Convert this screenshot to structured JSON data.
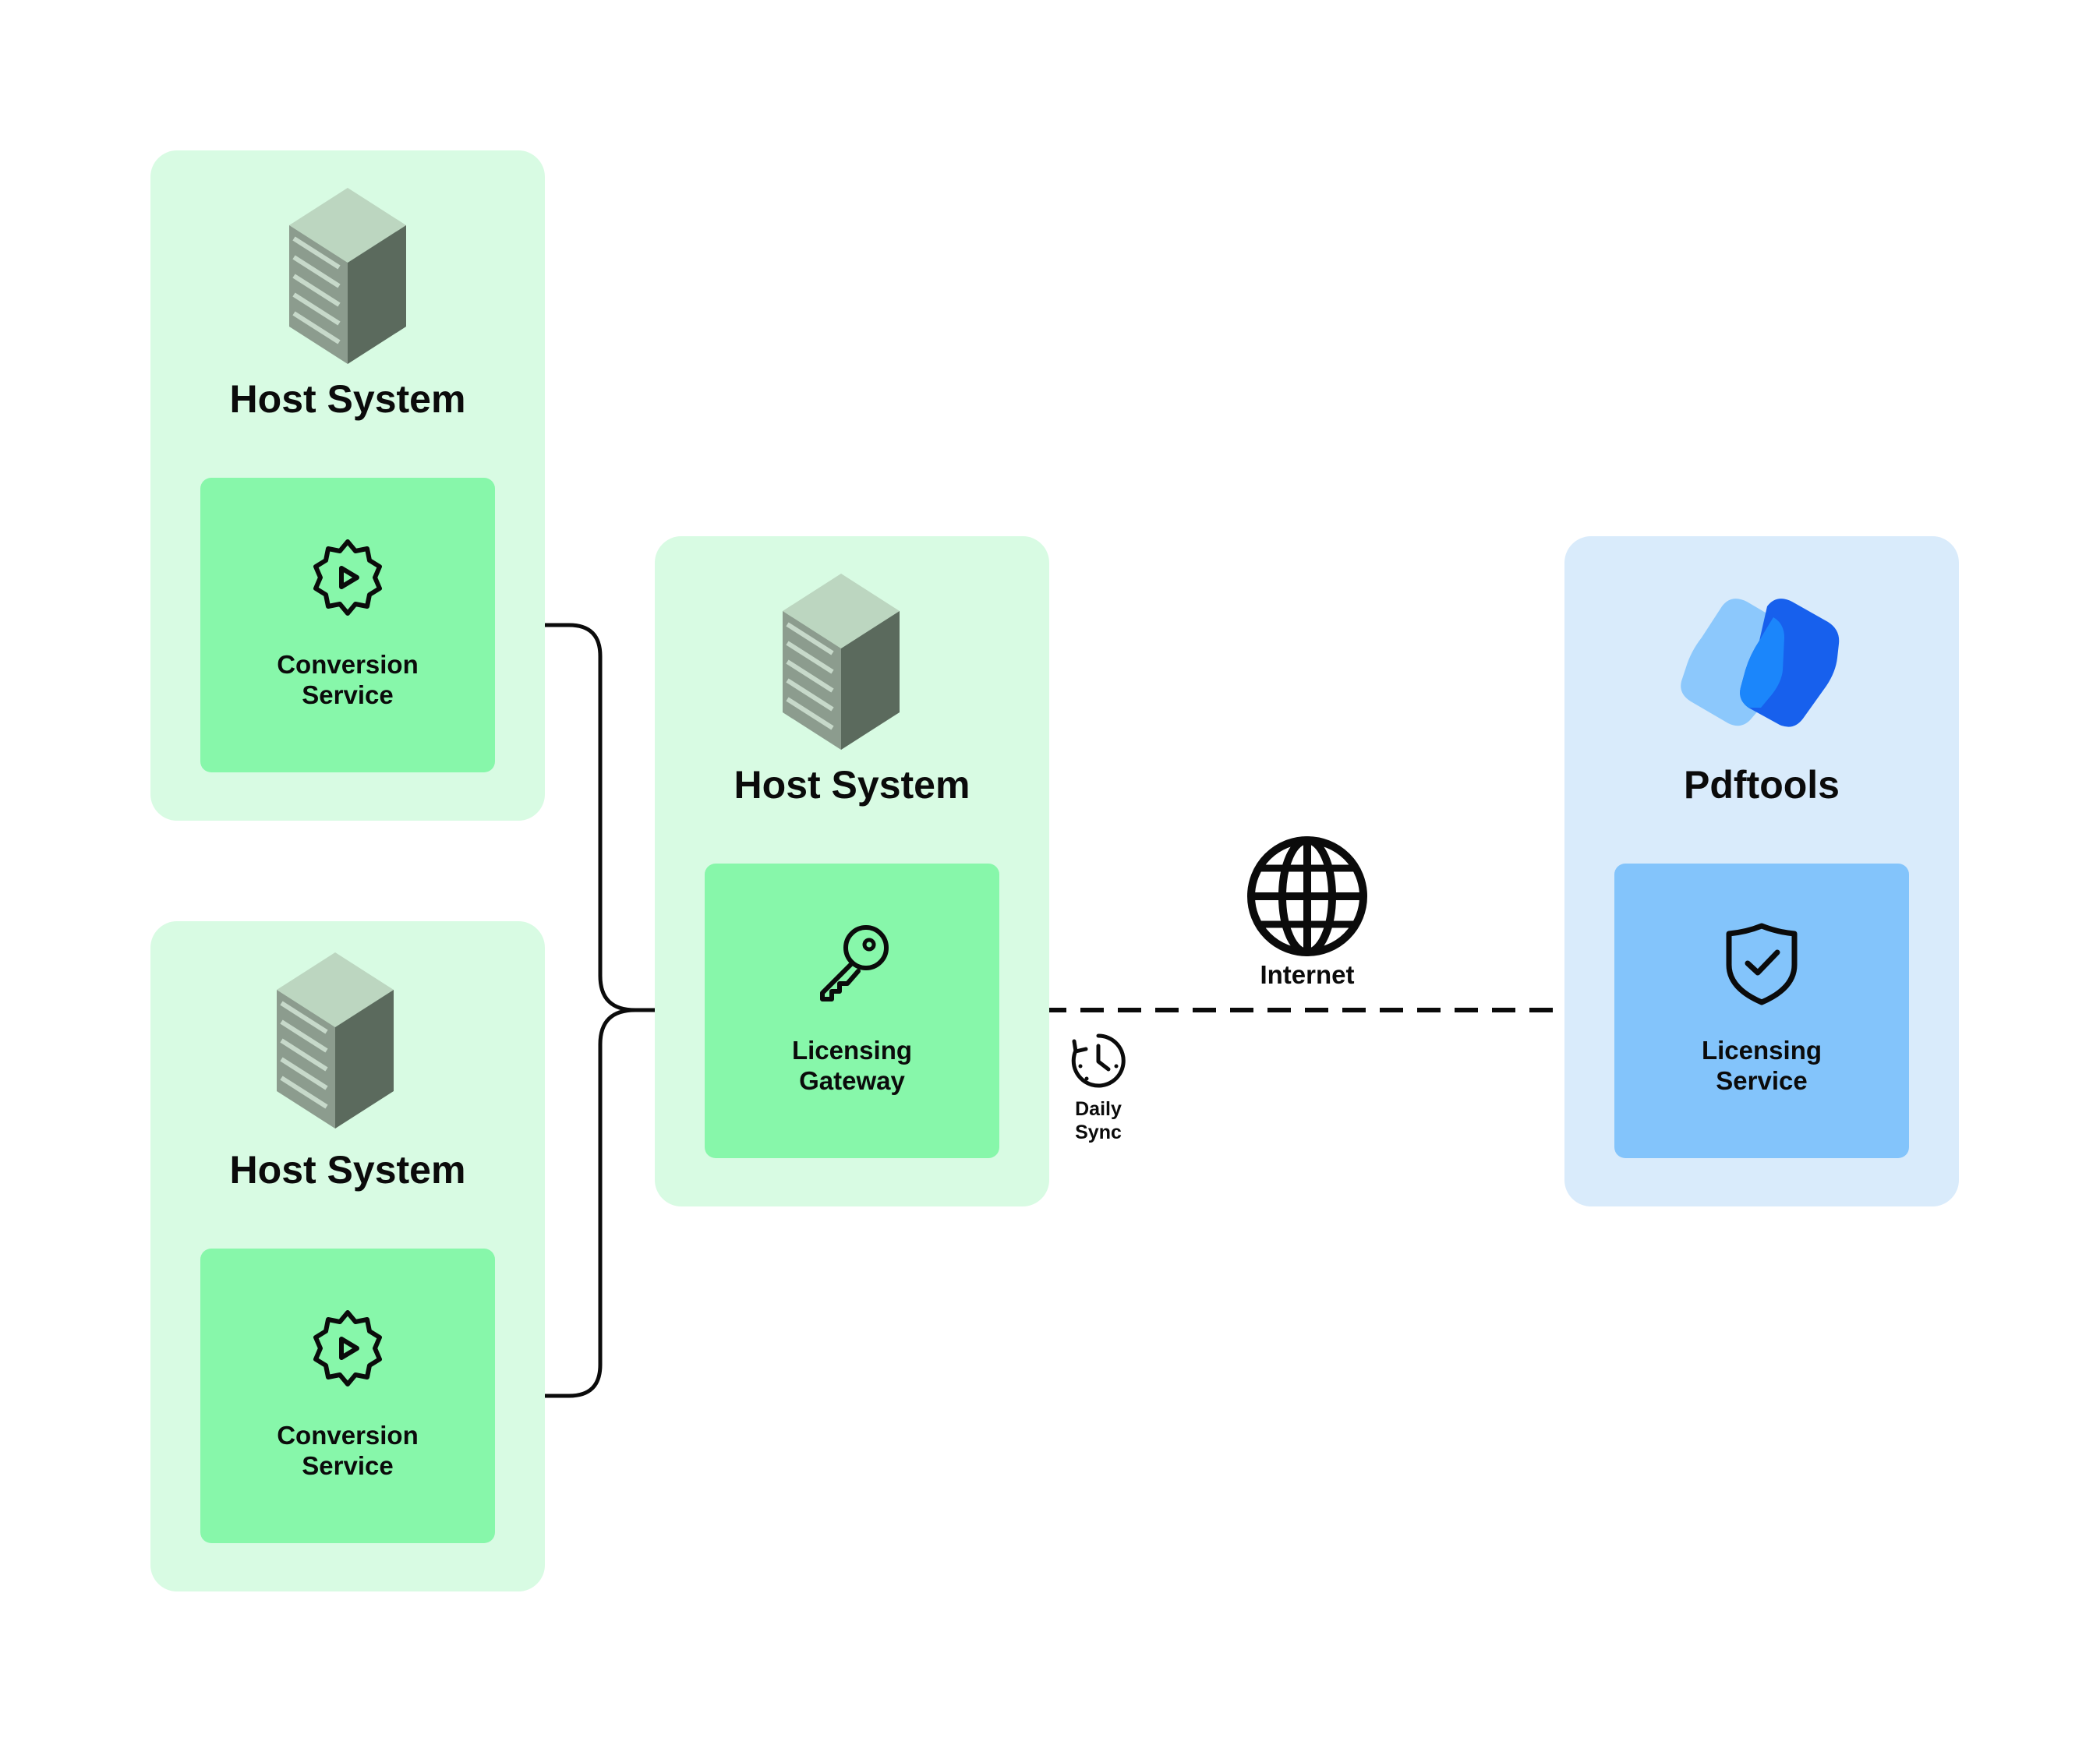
{
  "host_left_top": {
    "title": "Host System",
    "service": {
      "line1": "Conversion",
      "line2": "Service",
      "icon": "gear-play-icon"
    }
  },
  "host_left_bottom": {
    "title": "Host System",
    "service": {
      "line1": "Conversion",
      "line2": "Service",
      "icon": "gear-play-icon"
    }
  },
  "host_center": {
    "title": "Host System",
    "service": {
      "line1": "Licensing",
      "line2": "Gateway",
      "icon": "key-icon"
    }
  },
  "pdftools": {
    "title": "Pdftools",
    "logo": "pdftools-logo",
    "service": {
      "line1": "Licensing",
      "line2": "Service",
      "icon": "shield-check-icon"
    }
  },
  "connection": {
    "internet_label": "Internet",
    "internet_icon": "globe-icon",
    "sync_line1": "Daily",
    "sync_line2": "Sync",
    "sync_icon": "clock-history-icon"
  },
  "colors": {
    "host_panel": "#d8fbe3",
    "host_service": "#87f7aa",
    "vendor_panel": "#d9ebfb",
    "vendor_service": "#83c4fb",
    "server_top": "#bcd6c0",
    "server_side": "#5b6a5d"
  }
}
